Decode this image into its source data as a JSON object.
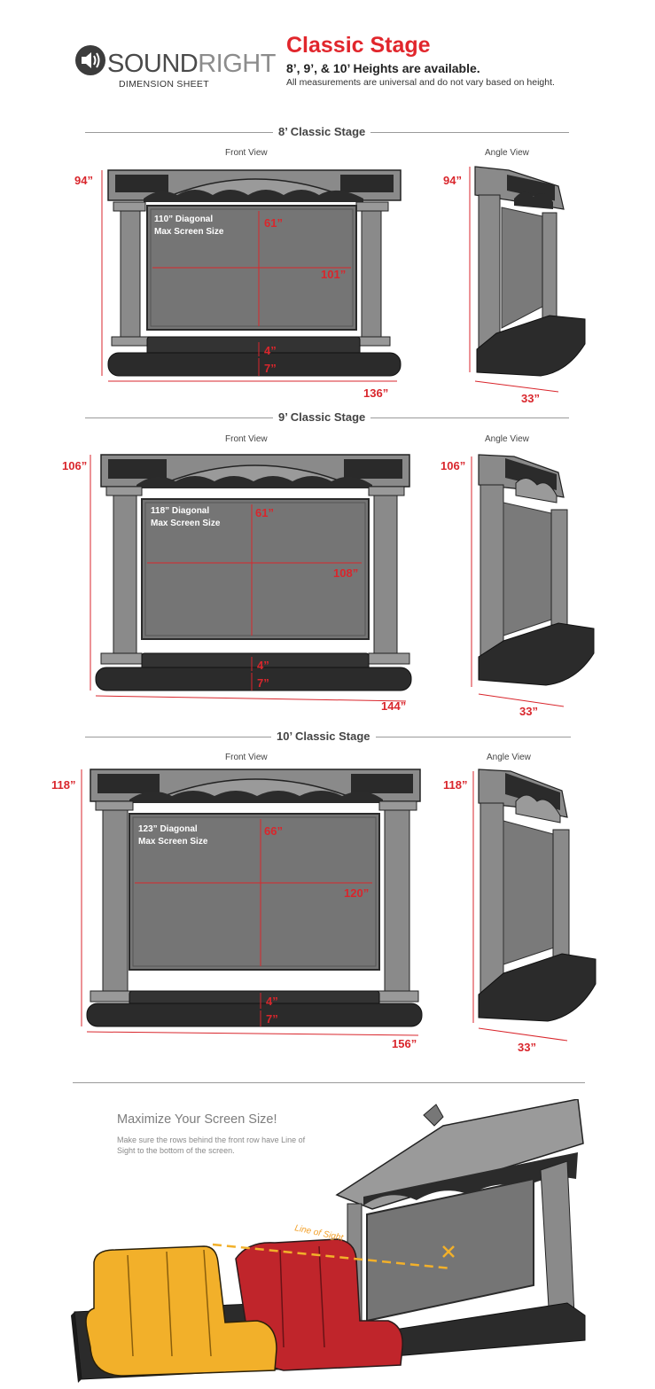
{
  "header": {
    "brand_sound": "SOUND",
    "brand_right": "RIGHT",
    "sheet_label": "DIMENSION SHEET",
    "title": "Classic Stage",
    "heights_line": "8’, 9’, & 10’ Heights are available.",
    "note_line": "All measurements are universal and do not vary based on height.",
    "icon": "speaker-icon"
  },
  "colors": {
    "accent_red": "#e1262c",
    "stage_gray": "#8a8a8a",
    "stage_dark": "#2b2b2b",
    "screen_gray": "#757575",
    "seat_yellow": "#f2b02a",
    "seat_red": "#c0252b"
  },
  "sections": [
    {
      "title": "8’ Classic Stage",
      "front_label": "Front View",
      "angle_label": "Angle View",
      "height": "94”",
      "screen_diagonal": "110” Diagonal",
      "screen_caption": "Max Screen Size",
      "screen_height": "61”",
      "screen_width": "101”",
      "step": "4”",
      "base": "7”",
      "total_width": "136”",
      "depth": "33”",
      "angle_height": "94”"
    },
    {
      "title": "9’ Classic Stage",
      "front_label": "Front View",
      "angle_label": "Angle View",
      "height": "106”",
      "screen_diagonal": "118” Diagonal",
      "screen_caption": "Max Screen Size",
      "screen_height": "61”",
      "screen_width": "108”",
      "step": "4”",
      "base": "7”",
      "total_width": "144”",
      "depth": "33”",
      "angle_height": "106”"
    },
    {
      "title": "10’ Classic Stage",
      "front_label": "Front View",
      "angle_label": "Angle View",
      "height": "118”",
      "screen_diagonal": "123” Diagonal",
      "screen_caption": "Max Screen Size",
      "screen_height": "66”",
      "screen_width": "120”",
      "step": "4”",
      "base": "7”",
      "total_width": "156”",
      "depth": "33”",
      "angle_height": "118”"
    }
  ],
  "sightline": {
    "title": "Maximize Your Screen Size!",
    "body": "Make sure the rows behind the front row have Line of Sight to the bottom of the screen.",
    "line_label": "Line of Sight"
  }
}
